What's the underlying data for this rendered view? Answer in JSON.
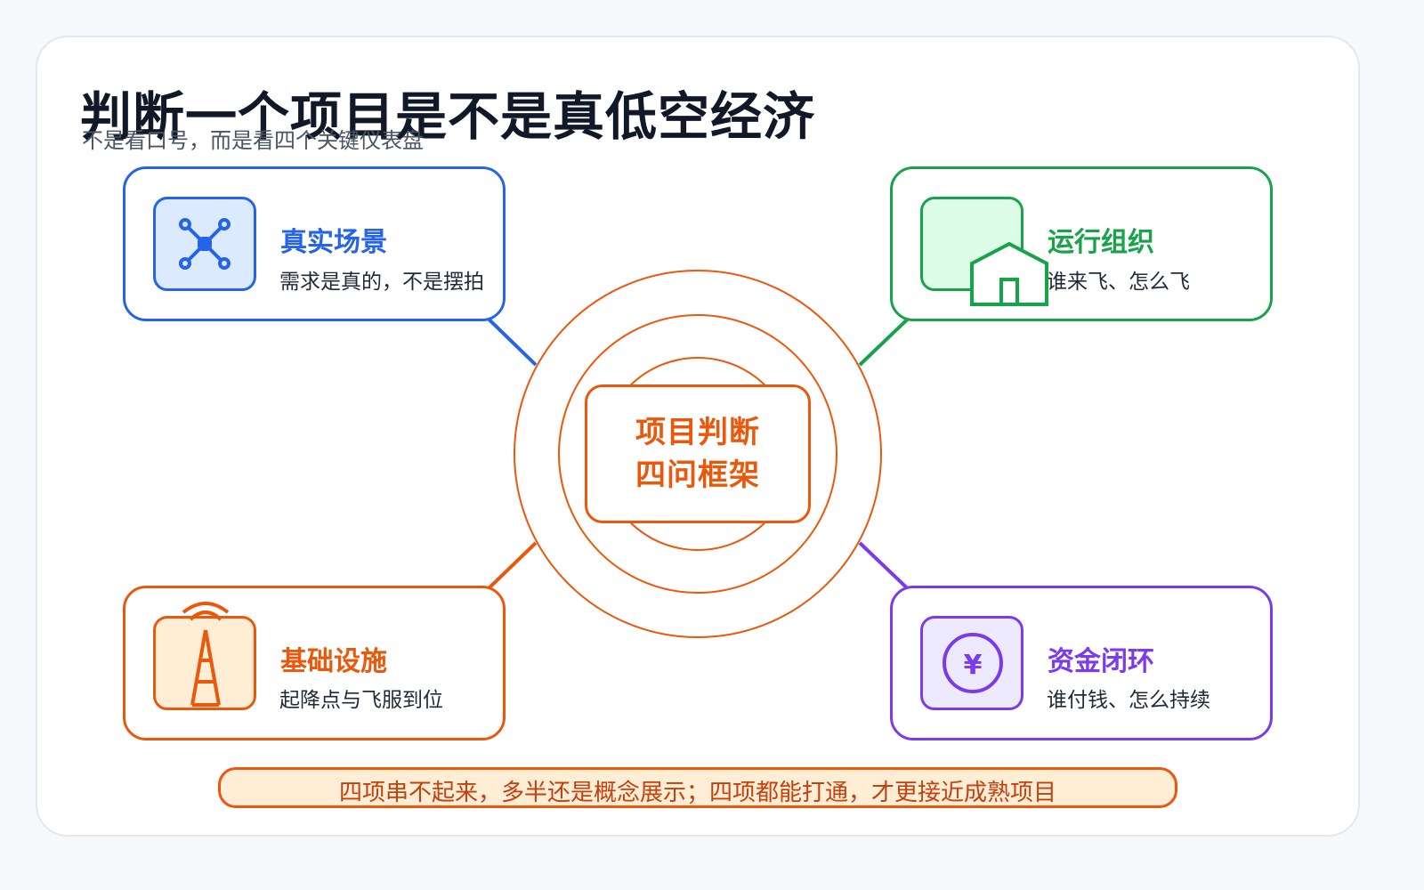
{
  "header": {
    "title": "判断一个项目是不是真低空经济",
    "subtitle": "不是看口号，而是看四个关键仪表盘"
  },
  "center": {
    "line1": "项目判断",
    "line2": "四问框架"
  },
  "quadrants": [
    {
      "id": "scene",
      "title": "真实场景",
      "desc": "需求是真的，不是摆拍",
      "color": "#2563eb",
      "tint": "#dbeafe",
      "icon": "drone-icon"
    },
    {
      "id": "ops",
      "title": "运行组织",
      "desc": "谁来飞、怎么飞",
      "color": "#16a34a",
      "tint": "#dcfce7",
      "icon": "house-icon"
    },
    {
      "id": "infra",
      "title": "基础设施",
      "desc": "起降点与飞服到位",
      "color": "#ea580c",
      "tint": "#ffedd5",
      "icon": "signal-tower-icon"
    },
    {
      "id": "funding",
      "title": "资金闭环",
      "desc": "谁付钱、怎么持续",
      "color": "#7c3aed",
      "tint": "#ede9fe",
      "icon": "yuan-coin-icon"
    }
  ],
  "footer": {
    "banner": "四项串不起来，多半还是概念展示；四项都能打通，才更接近成熟项目"
  },
  "coin_symbol": "¥",
  "colors": {
    "accent_center": "#ea580c",
    "blue": "#2563eb",
    "green": "#16a34a",
    "orange": "#ea580c",
    "purple": "#7c3aed"
  }
}
